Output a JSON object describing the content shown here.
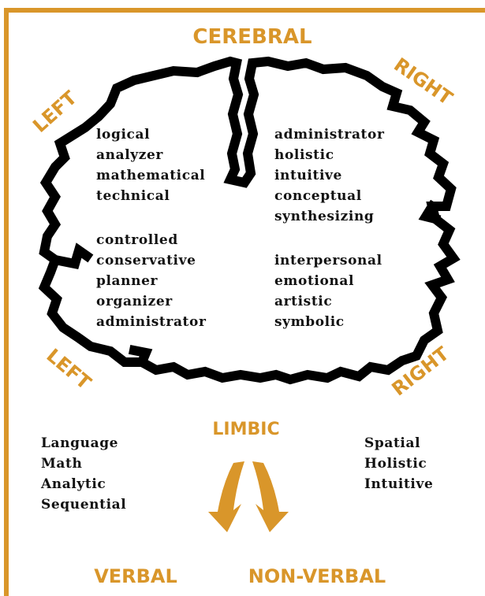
{
  "colors": {
    "accent": "#d9962a",
    "outline": "#000000",
    "text": "#111111"
  },
  "labels": {
    "cerebral": "CEREBRAL",
    "limbic": "LIMBIC",
    "left_top": "LEFT",
    "right_top": "RIGHT",
    "left_bottom": "LEFT",
    "right_bottom": "RIGHT",
    "verbal": "VERBAL",
    "nonverbal": "NON-VERBAL"
  },
  "quadrants": {
    "upper_left": [
      "logical",
      "analyzer",
      "mathematical",
      "technical"
    ],
    "upper_right": [
      "administrator",
      "holistic",
      "intuitive",
      "conceptual",
      "synthesizing"
    ],
    "lower_left": [
      "controlled",
      "conservative",
      "planner",
      "organizer",
      "administrator"
    ],
    "lower_right": [
      "interpersonal",
      "emotional",
      "artistic",
      "symbolic"
    ]
  },
  "verbal_traits": [
    "Language",
    "Math",
    "Analytic",
    "Sequential"
  ],
  "nonverbal_traits": [
    "Spatial",
    "Holistic",
    "Intuitive"
  ],
  "arrow_icon": "down-arrow-icon"
}
